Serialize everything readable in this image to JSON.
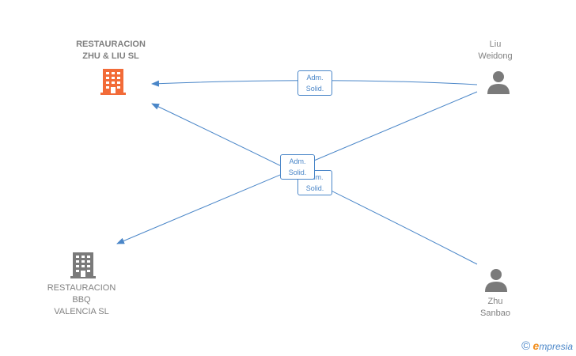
{
  "nodes": {
    "restauracion_zhu_liu": {
      "label": "RESTAURACION\nZHU & LIU  SL",
      "type": "company",
      "color": "#f26b38"
    },
    "restauracion_bbq": {
      "label": "RESTAURACION\nBBQ\nVALENCIA  SL",
      "type": "company",
      "color": "#7a7a7a"
    },
    "liu_weidong": {
      "label": "Liu\nWeidong",
      "type": "person",
      "color": "#7a7a7a"
    },
    "zhu_sanbao": {
      "label": "Zhu\nSanbao",
      "type": "person",
      "color": "#7a7a7a"
    }
  },
  "edges": [
    {
      "from": "liu_weidong",
      "to": "restauracion_zhu_liu",
      "label_line1": "Adm.",
      "label_line2": "Solid."
    },
    {
      "from": "liu_weidong",
      "to": "restauracion_bbq",
      "label_line1": "Adm.",
      "label_line2": "Solid."
    },
    {
      "from": "zhu_sanbao",
      "to": "restauracion_zhu_liu",
      "label_line1": "Adm.",
      "label_line2": "Solid."
    }
  ],
  "edge_color": "#4a86c8",
  "watermark": {
    "copyright": "©",
    "brand_first": "e",
    "brand_rest": "mpresia"
  }
}
